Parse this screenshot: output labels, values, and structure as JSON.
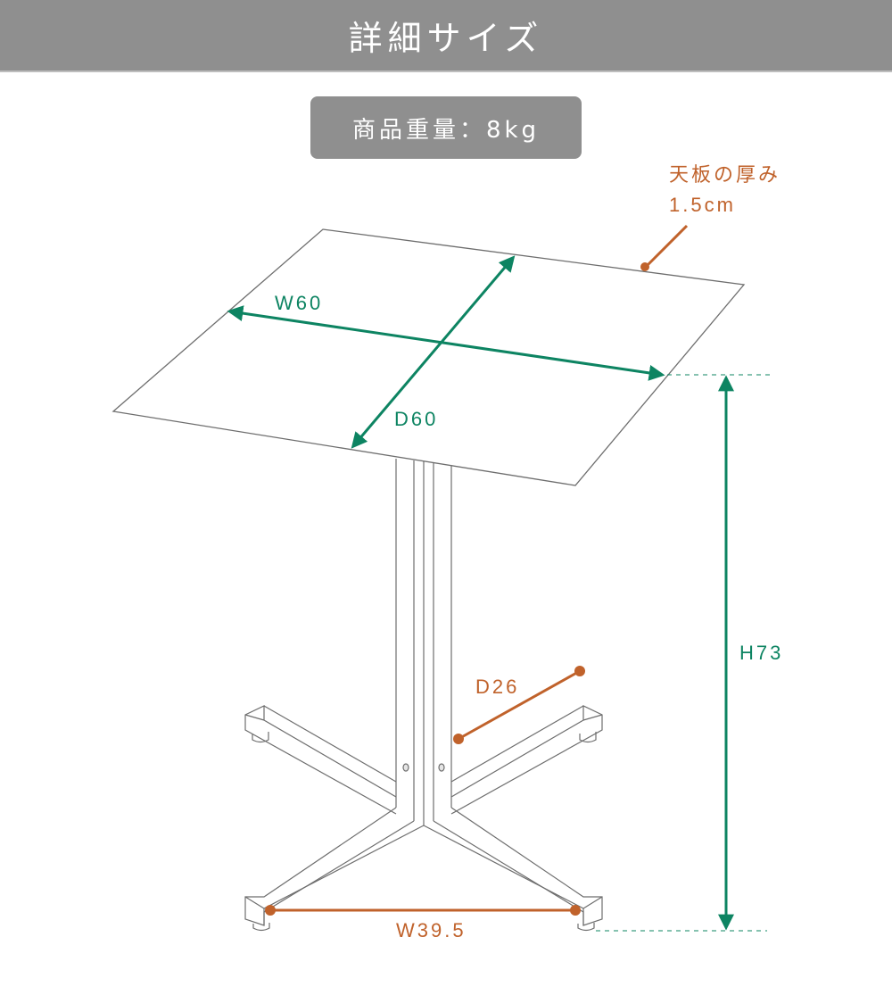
{
  "header": {
    "title": "詳細サイズ"
  },
  "weight": {
    "label": "商品重量：8kg"
  },
  "colors": {
    "header_bg": "#8f8f8f",
    "dimension_green": "#0d8462",
    "callout_orange": "#c0622b",
    "outline": "#6e6e6e"
  },
  "dimensions": {
    "width": "W60",
    "depth": "D60",
    "height": "H73",
    "base_depth": "D26",
    "base_width": "W39.5",
    "top_thickness_label": "天板の厚み",
    "top_thickness_value": "1.5cm"
  }
}
